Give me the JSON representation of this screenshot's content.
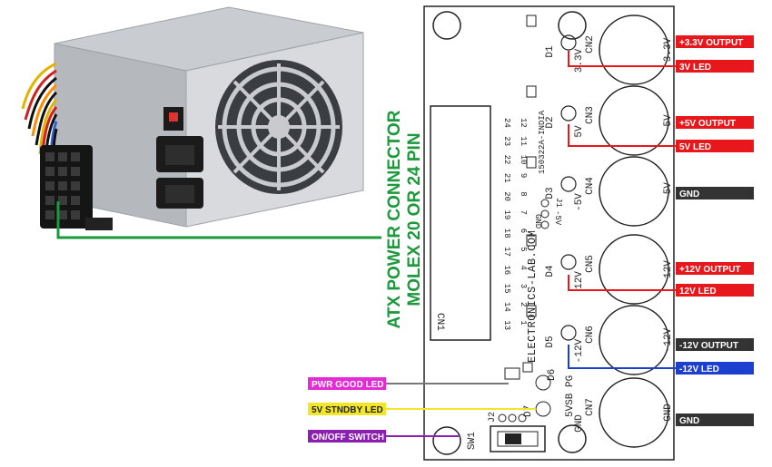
{
  "psu": {
    "connector_label_line1": "ATX POWER CONNECTOR",
    "connector_label_line2": "MOLEX 20 OR 24 PIN"
  },
  "board": {
    "title": "ELECTRONICS-LAB.COM",
    "code": "150322A-INDIA",
    "cn1_label": "CN1",
    "pin_rows": [
      [
        "24",
        "23",
        "22",
        "21",
        "20",
        "19",
        "18",
        "17",
        "16",
        "15",
        "14",
        "13"
      ],
      [
        "12",
        "11",
        "10",
        "9",
        "8",
        "7",
        "6",
        "5",
        "4",
        "3",
        "2",
        "1"
      ]
    ],
    "connectors": [
      {
        "cn": "CN2",
        "voltage": "3.3V",
        "side": "3.3V",
        "diode": "D1"
      },
      {
        "cn": "CN3",
        "voltage": "5V",
        "side": "5V",
        "diode": "D2"
      },
      {
        "cn": "CN4",
        "voltage": "-5V",
        "side": "-5V",
        "diode": "D3"
      },
      {
        "cn": "CN5",
        "voltage": "12V",
        "side": "12V",
        "diode": "D4"
      },
      {
        "cn": "CN6",
        "voltage": "-12V",
        "side": "-12V",
        "diode": "D5"
      },
      {
        "cn": "CN7",
        "voltage": "GND",
        "side": "GND",
        "diode": ""
      }
    ],
    "d6": "D6",
    "pg": "5VSB PG",
    "d7": "D7",
    "j1": "J1",
    "j1_gnd": "GND",
    "j1_5v": "-5V",
    "j2": "J2",
    "sw1": "SW1"
  },
  "callouts_right": [
    {
      "text": "+3.3V OUTPUT",
      "color": "#e8171b"
    },
    {
      "text": "3V LED",
      "color": "#e8171b"
    },
    {
      "text": "+5V OUTPUT",
      "color": "#e8171b"
    },
    {
      "text": "5V LED",
      "color": "#e8171b"
    },
    {
      "text": "GND",
      "color": "#333333"
    },
    {
      "text": "+12V OUTPUT",
      "color": "#e8171b"
    },
    {
      "text": "12V LED",
      "color": "#e8171b"
    },
    {
      "text": "-12V OUTPUT",
      "color": "#333333"
    },
    {
      "text": "-12V LED",
      "color": "#1d3fcf"
    },
    {
      "text": "GND",
      "color": "#333333"
    }
  ],
  "callouts_left": [
    {
      "text": "PWR GOOD LED",
      "color": "#e52bd6"
    },
    {
      "text": "5V STNDBY LED",
      "color": "#f2e62a"
    },
    {
      "text": "ON/OFF SWITCH",
      "color": "#8a1fb0"
    }
  ],
  "colors": {
    "green": "#1a9a3a",
    "red": "#e8171b",
    "dark": "#333333",
    "blue": "#1d3fcf",
    "magenta": "#e52bd6",
    "yellow": "#f2e62a",
    "purple": "#8a1fb0"
  }
}
